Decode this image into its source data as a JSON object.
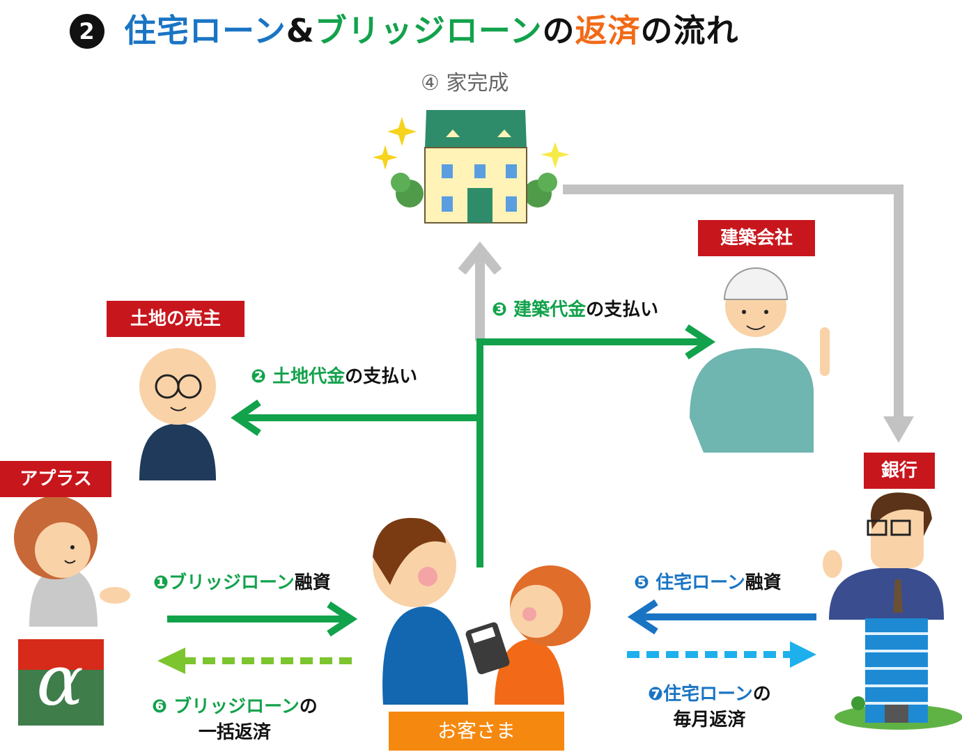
{
  "title": {
    "number": "2",
    "part1": "住宅ローン",
    "amp": "&",
    "part2": "ブリッジローン",
    "part3": "の",
    "part4": "返済",
    "part5": "の流れ"
  },
  "nodes": {
    "house_caption": "④ 家完成",
    "builder": "建築会社",
    "land_seller": "土地の売主",
    "aplus": "アプラス",
    "bank": "銀行",
    "customer": "お客さま"
  },
  "flows": {
    "step1": {
      "label": "❶ブリッジローン",
      "suffix": "融資"
    },
    "step2": {
      "num": "❷ ",
      "label": "土地代金",
      "suffix": "の支払い"
    },
    "step3": {
      "num": "❸ ",
      "label": "建築代金",
      "suffix": "の支払い"
    },
    "step5": {
      "num": "❺ ",
      "label": "住宅ローン",
      "suffix": "融資"
    },
    "step6": {
      "num": "❻ ",
      "label": "ブリッジローン",
      "suffix": "の",
      "line2": "一括返済"
    },
    "step7": {
      "label": "❼住宅ローン",
      "suffix": "の",
      "line2": "毎月返済"
    }
  },
  "colors": {
    "green": "#12a24b",
    "blue": "#1a74c4",
    "light_blue": "#1db0ec",
    "light_green": "#7cc52e",
    "gray": "#c2c2c2",
    "red_tag": "#c8161d",
    "orange_tag": "#f5890f"
  }
}
